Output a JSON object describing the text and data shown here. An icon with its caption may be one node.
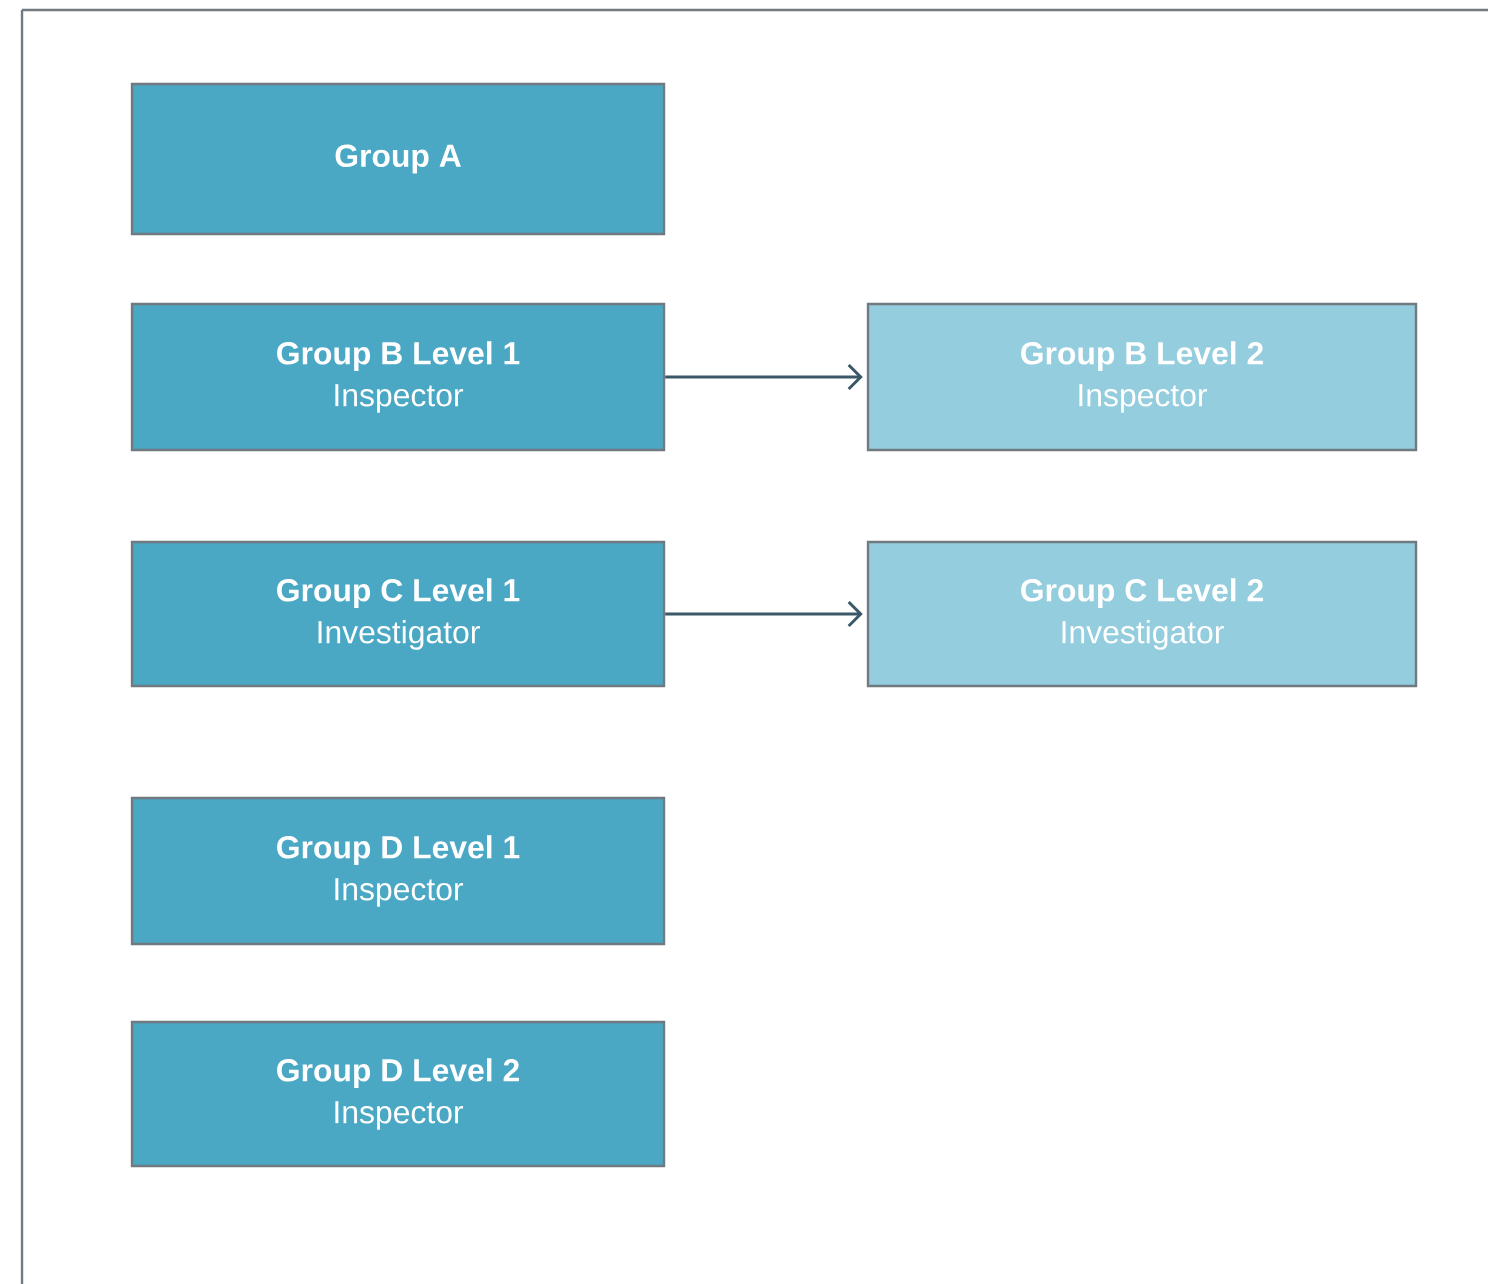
{
  "diagram": {
    "nodes": [
      {
        "text": [
          "Group A"
        ]
      },
      {
        "text": [
          "Group B Level 1",
          "Inspector"
        ]
      },
      {
        "text": [
          "Group B Level 2",
          "Inspector"
        ]
      },
      {
        "text": [
          "Group C Level 1",
          "Investigator"
        ]
      },
      {
        "text": [
          "Group C Level 2",
          "Investigator"
        ]
      },
      {
        "text": [
          "Group D Level 1",
          "Inspector"
        ]
      },
      {
        "text": [
          "Group D Level 2",
          "Inspector"
        ]
      }
    ],
    "edges": [
      {
        "from": 1,
        "to": 2,
        "arrow": "to"
      },
      {
        "from": 3,
        "to": 4,
        "arrow": "to"
      }
    ]
  }
}
